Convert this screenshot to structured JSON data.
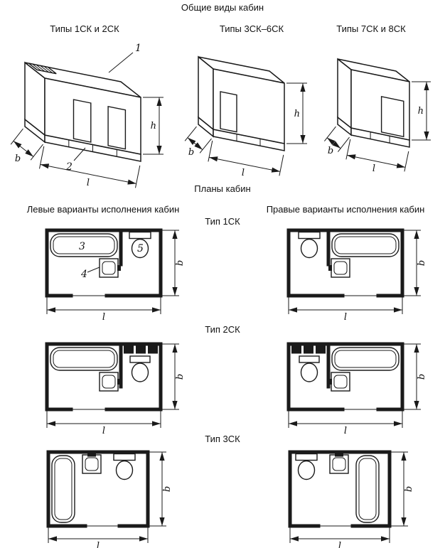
{
  "page": {
    "title": "Общие виды кабин",
    "plans_title": "Планы кабин",
    "left_variants": "Левые варианты исполнения кабин",
    "right_variants": "Правые варианты исполнения кабин"
  },
  "iso_views": {
    "view1": "Типы 1СК и 2СК",
    "view2": "Типы 3СК–6СК",
    "view3": "Типы 7СК и 8СК"
  },
  "plan_types": {
    "type1": "Тип 1СК",
    "type2": "Тип 2СК",
    "type3": "Тип 3СК"
  },
  "dims": {
    "h": "h",
    "b": "b",
    "l": "l"
  },
  "callouts": {
    "n1": "1",
    "n2": "2",
    "n3": "3",
    "n4": "4",
    "n5": "5"
  },
  "colors": {
    "line": "#1a1a1a",
    "background": "#ffffff"
  }
}
